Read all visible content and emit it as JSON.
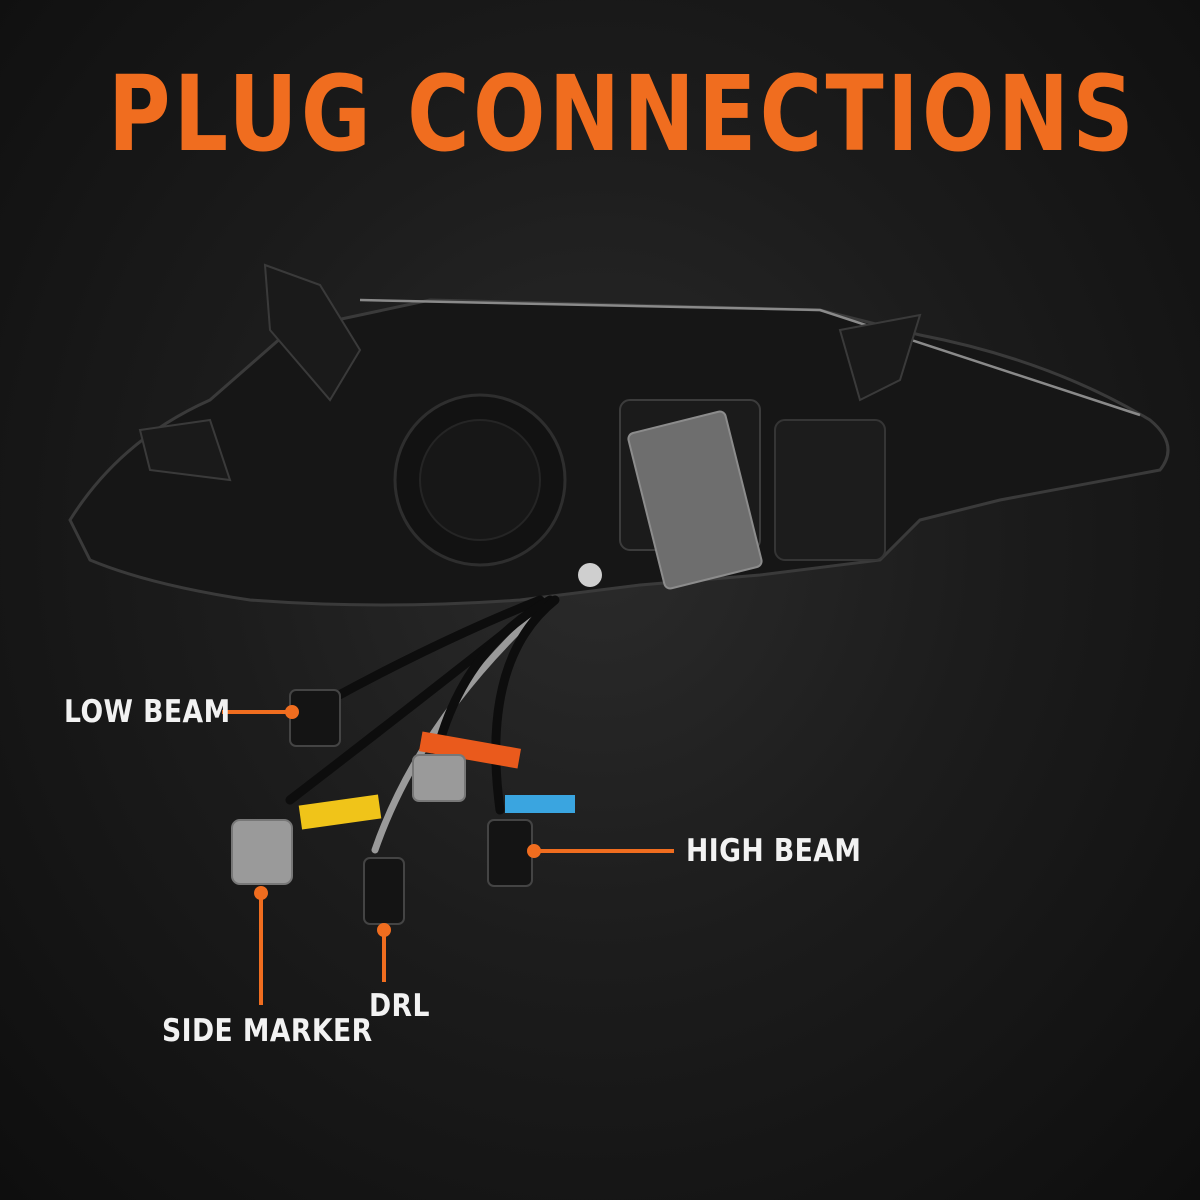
{
  "page": {
    "title": "PLUG CONNECTIONS"
  },
  "colors": {
    "accent": "#f06d1f",
    "background": "#1a1a1a",
    "label_text": "#f2f2f2",
    "housing": "#151515",
    "connector_gray": "#9a9a9a",
    "tag_orange": "#ea5a1c",
    "tag_blue": "#3aa5e0",
    "tag_yellow": "#f0c419"
  },
  "callouts": {
    "low_beam": "LOW BEAM",
    "high_beam": "HIGH BEAM",
    "side_marker": "SIDE MARKER",
    "drl": "DRL"
  }
}
